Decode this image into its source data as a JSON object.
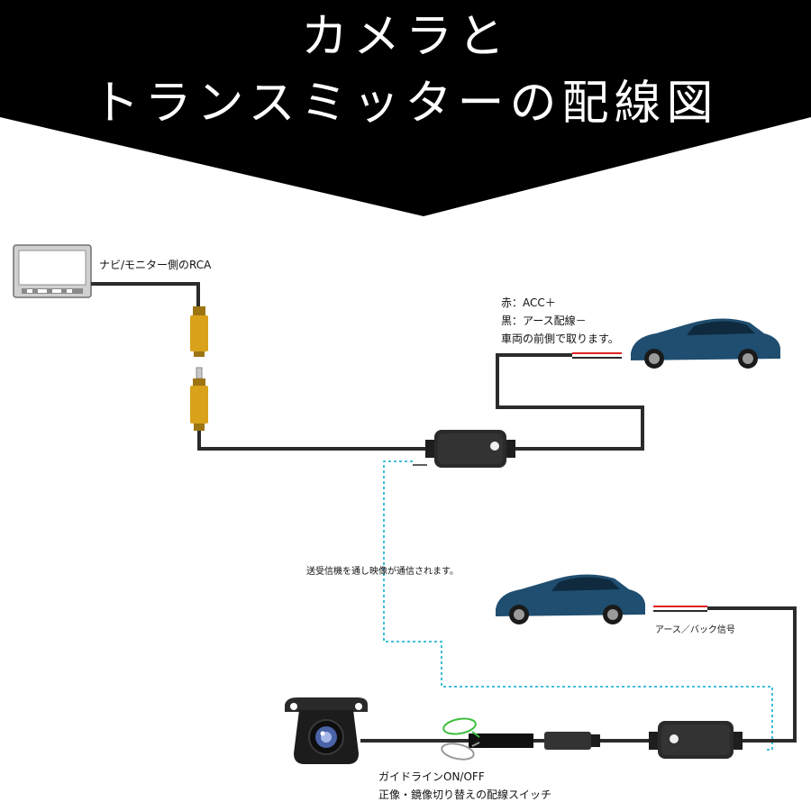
{
  "header": {
    "title_line1": "カメラと",
    "title_line2": "トランスミッターの配線図"
  },
  "labels": {
    "monitor_rca": "ナビ/モニター側のRCA",
    "power_red": "赤：ACC＋",
    "power_black": "黒：アース配線－",
    "power_front": "車両の前側で取ります。",
    "wireless_note": "送受信機を通し映像が通信されます。",
    "rear_signal": "アース／バック信号",
    "guide_switch": "ガイドラインON/OFF",
    "mirror_switch": "正像・鏡像切り替えの配線スイッチ"
  },
  "colors": {
    "header_bg": "#000000",
    "wire": "#2b2b2b",
    "rca_connector": "#d9a21b",
    "wireless_link": "#29b6d6",
    "power_red": "#e02020",
    "car_body": "#1f4e70",
    "switch_green": "#3fbf3f"
  },
  "icons": {
    "monitor": "monitor-icon",
    "front_car": "car-icon",
    "rear_car": "car-icon",
    "transmitter": "transmitter-box-icon",
    "receiver": "receiver-box-icon",
    "camera": "backup-camera-icon"
  }
}
